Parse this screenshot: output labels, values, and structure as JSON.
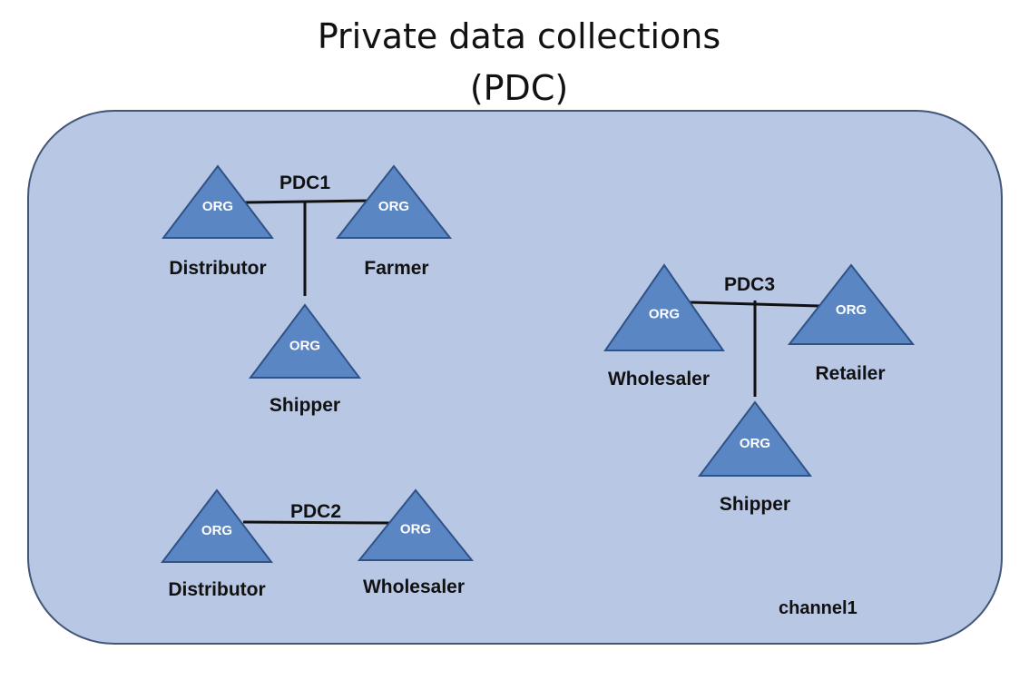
{
  "title": {
    "line1": "Private data collections",
    "line2": "(PDC)"
  },
  "channel": {
    "label": "channel1",
    "fill": "#b8c7e4",
    "stroke": "#41557a"
  },
  "triangle_color": {
    "fill": "#5b86c4",
    "stroke": "#2f5287"
  },
  "line_color": "#111111",
  "org_label": "ORG",
  "groups": [
    {
      "pdc_label": "PDC1",
      "orgs": [
        {
          "role": "Distributor"
        },
        {
          "role": "Farmer"
        },
        {
          "role": "Shipper"
        }
      ]
    },
    {
      "pdc_label": "PDC2",
      "orgs": [
        {
          "role": "Distributor"
        },
        {
          "role": "Wholesaler"
        }
      ]
    },
    {
      "pdc_label": "PDC3",
      "orgs": [
        {
          "role": "Wholesaler"
        },
        {
          "role": "Retailer"
        },
        {
          "role": "Shipper"
        }
      ]
    }
  ]
}
